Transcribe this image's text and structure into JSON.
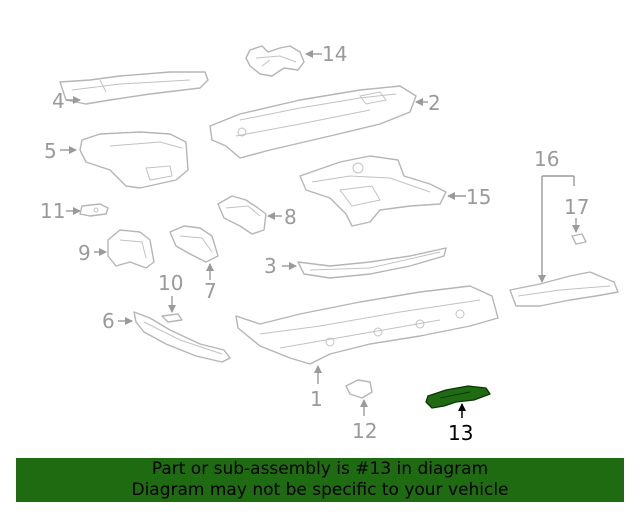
{
  "callouts": {
    "c1": "1",
    "c2": "2",
    "c3": "3",
    "c4": "4",
    "c5": "5",
    "c6": "6",
    "c7": "7",
    "c8": "8",
    "c9": "9",
    "c10": "10",
    "c11": "11",
    "c12": "12",
    "c13": "13",
    "c14": "14",
    "c15": "15",
    "c16": "16",
    "c17": "17"
  },
  "highlight": {
    "part_number": "13",
    "color": "#1f6b12"
  },
  "banner": {
    "line1": "Part or sub-assembly is #13 in diagram",
    "line2": "Diagram may not be specific to your vehicle",
    "color": "#1f6b12"
  }
}
